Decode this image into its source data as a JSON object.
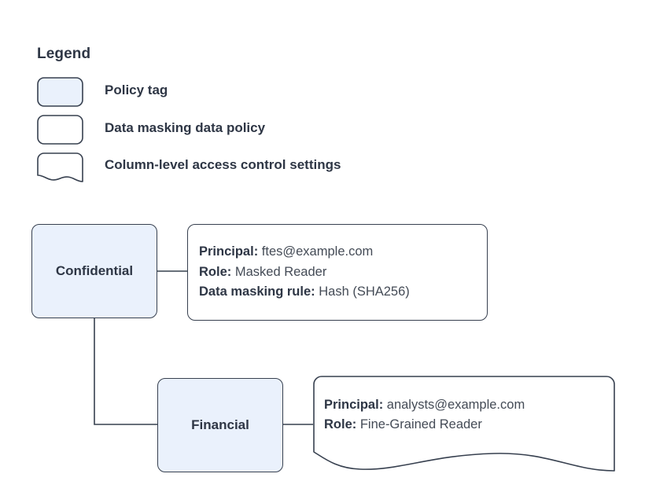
{
  "legend": {
    "title": "Legend",
    "items": [
      {
        "shape": "rounded-rect-filled",
        "label": "Policy tag"
      },
      {
        "shape": "rounded-rect",
        "label": "Data masking data policy"
      },
      {
        "shape": "wavy-bottom-rect",
        "label": "Column-level access control settings"
      }
    ]
  },
  "nodes": [
    {
      "id": "confidential",
      "label": "Confidential"
    },
    {
      "id": "financial",
      "label": "Financial"
    }
  ],
  "details": {
    "confidential": {
      "lines": [
        {
          "label": "Principal:",
          "value": "ftes@example.com"
        },
        {
          "label": "Role:",
          "value": "Masked Reader"
        },
        {
          "label": "Data masking rule:",
          "value": "Hash (SHA256)"
        }
      ]
    },
    "financial": {
      "lines": [
        {
          "label": "Principal:",
          "value": "analysts@example.com"
        },
        {
          "label": "Role:",
          "value": "Fine-Grained Reader"
        }
      ]
    }
  },
  "colors": {
    "policy_tag_fill": "#eaf1fc",
    "stroke": "#37404f",
    "text_bold": "#2e3645",
    "text_value": "#444b56",
    "background": "#ffffff"
  }
}
